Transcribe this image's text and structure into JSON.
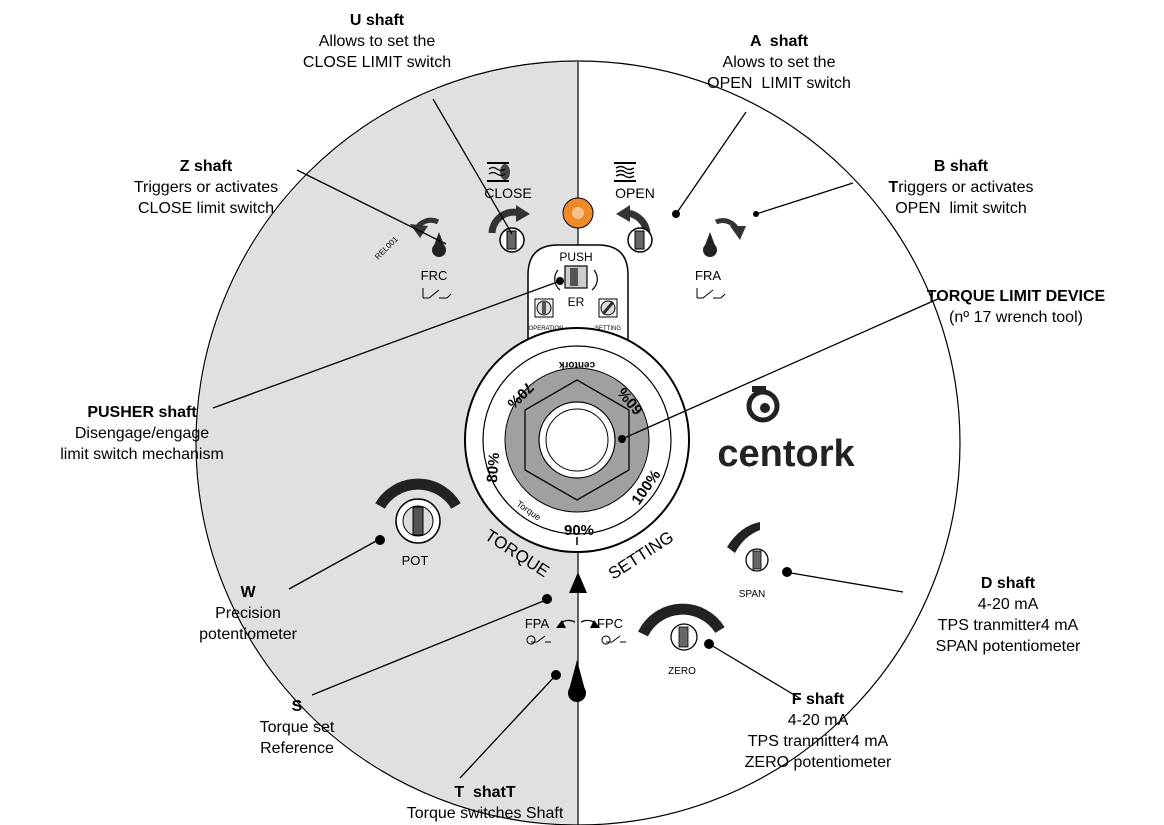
{
  "callouts": {
    "u": {
      "title": "U shaft",
      "lines": [
        "Allows to set the",
        "CLOSE LIMIT switch"
      ]
    },
    "a": {
      "title": "A  shaft",
      "lines": [
        "Alows to set the",
        "OPEN  LIMIT switch"
      ]
    },
    "z": {
      "title": "Z shaft",
      "lines": [
        "Triggers or activates",
        "CLOSE limit switch"
      ]
    },
    "b": {
      "title": "B shaft",
      "title_rest": "riggers or activates",
      "title_first": "T",
      "lines": [
        "OPEN  limit switch"
      ]
    },
    "torque": {
      "title": "TORQUE LIMIT DEVICE",
      "lines": [
        "(nº 17 wrench tool)"
      ]
    },
    "pusher": {
      "title": "PUSHER shaft",
      "lines": [
        "Disengage/engage",
        "limit switch mechanism"
      ]
    },
    "w": {
      "title": "W",
      "lines": [
        "Precision",
        "potentiometer"
      ]
    },
    "s": {
      "title": "S",
      "lines": [
        "Torque set",
        "Reference"
      ]
    },
    "t": {
      "title": "T  shatT",
      "lines": [
        "Torque switches Shaft"
      ]
    },
    "f": {
      "title": "F shaft",
      "lines": [
        "4-20 mA",
        "TPS tranmitter4 mA",
        "ZERO potentiometer"
      ]
    },
    "d": {
      "title": "D shaft",
      "lines": [
        "4-20 mA",
        "TPS tranmitter4 mA",
        "SPAN potentiometer"
      ]
    }
  },
  "dial": {
    "close": "CLOSE",
    "open": "OPEN",
    "frc": "FRC",
    "fra": "FRA",
    "rel": "REL001",
    "push": "PUSH",
    "er": "ER",
    "operation": "OPERATION",
    "setting": "SETTING",
    "brand": "centork",
    "brand_small": "centork",
    "p60": "60%",
    "p70": "70%",
    "p80": "80%",
    "p90": "90%",
    "p100": "100%",
    "torque_small": "Torque",
    "torque_word": "TORQUE",
    "setting_word": "SETTING",
    "pot": "POT",
    "span": "SPAN",
    "zero": "ZERO",
    "fpa": "FPA",
    "fpc": "FPC"
  },
  "colors": {
    "left_half": "#e0e0e0",
    "center_knob": "#a0a0a0",
    "orange": "#ee8a28"
  }
}
